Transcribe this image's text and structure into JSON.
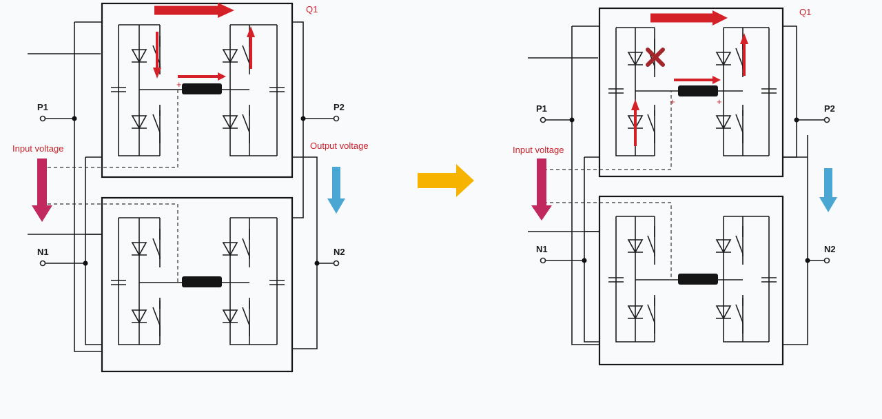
{
  "labels": {
    "p1": "P1",
    "p2": "P2",
    "n1": "N1",
    "n2": "N2",
    "q1": "Q1",
    "input_voltage": "Input voltage",
    "output_voltage": "Output voltage"
  },
  "colors": {
    "current_path": "#d42027",
    "input_arrow": "#c0285e",
    "output_arrow": "#4aa6d2",
    "transition_arrow": "#f6b400",
    "fault_mark": "#a3262a",
    "wire": "#1b1b1b"
  },
  "icons": {
    "transition": "arrow-right-icon",
    "fault": "cross-mark-icon"
  }
}
